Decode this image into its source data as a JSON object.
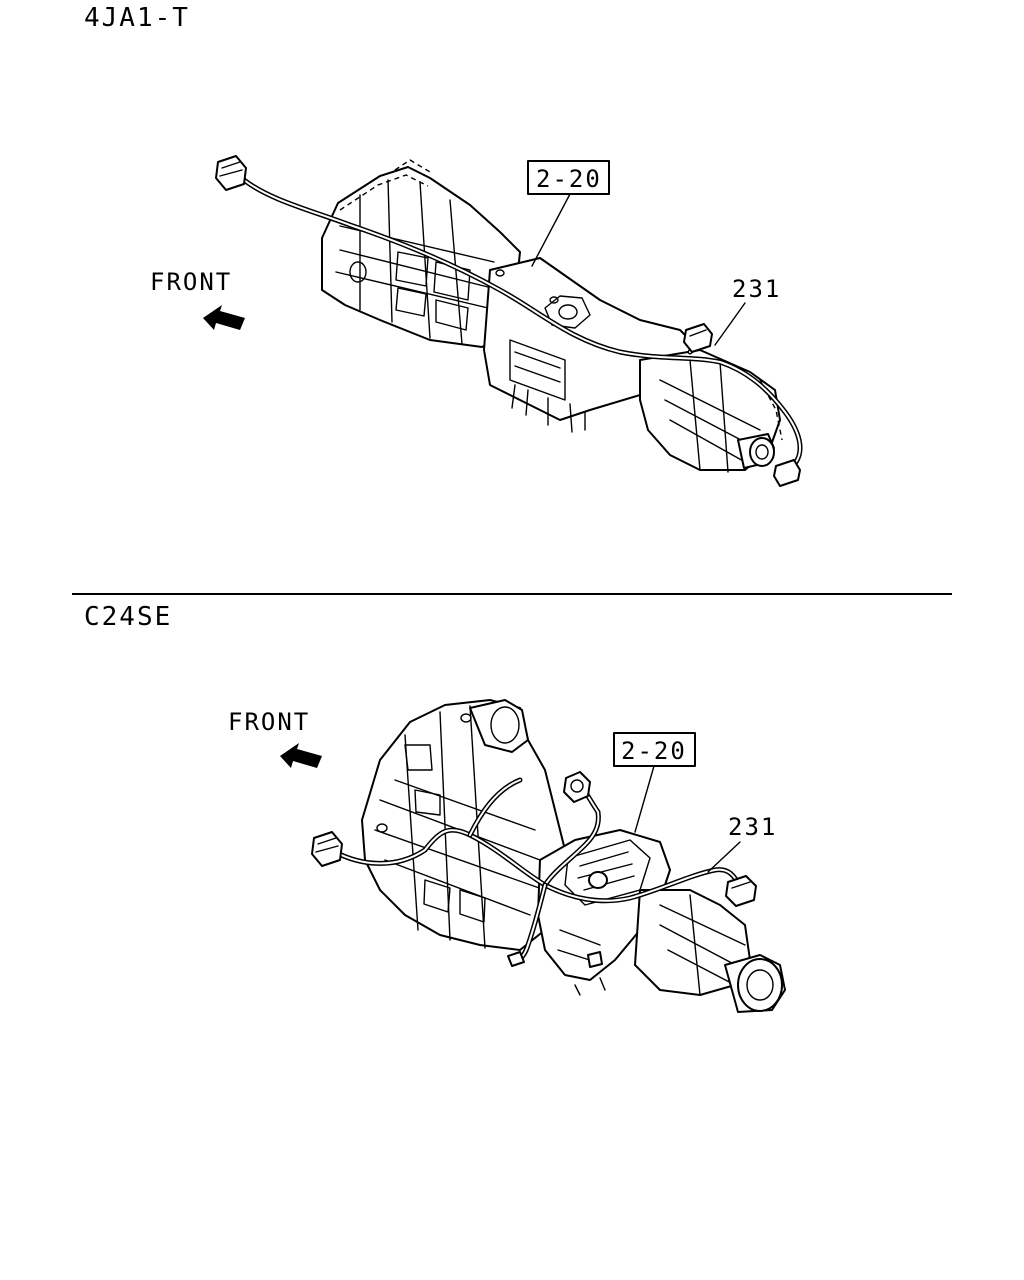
{
  "sections": [
    {
      "engine_label": "4JA1-T",
      "front_label": "FRONT",
      "ref_box_label": "2-20",
      "part_number": "231"
    },
    {
      "engine_label": "C24SE",
      "front_label": "FRONT",
      "ref_box_label": "2-20",
      "part_number": "231"
    }
  ]
}
